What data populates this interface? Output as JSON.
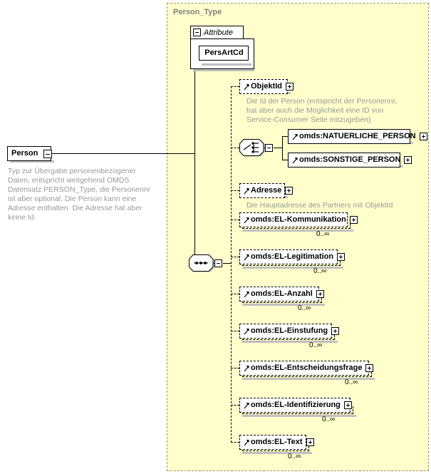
{
  "diagram": {
    "kind": "xsd-schema-diagram",
    "root_element": {
      "name": "Person",
      "toggle": "minus",
      "annotation": "Typ zur Übergabe personenbezogener Daten, entspricht weitgehend OMDS Datensatz PERSON_Type, die Personennr ist aber optional. Die Person kann eine Adresse enthalten. Die Adresse hat aber keine Id."
    },
    "type_container": {
      "label": "Person_Type"
    },
    "attribute_group": {
      "label": "Attribute",
      "toggle": "minus",
      "attributes": [
        {
          "name": "PersArtCd"
        }
      ]
    },
    "sequence_compositor": {
      "kind": "sequence-icon",
      "toggle": "minus"
    },
    "choice_compositor": {
      "kind": "choice-icon",
      "toggle": "minus",
      "options": [
        {
          "name": "omds:NATUERLICHE_PERSON",
          "toggle": "plus",
          "border": "solid",
          "reference": true
        },
        {
          "name": "omds:SONSTIGE_PERSON",
          "toggle": "plus",
          "border": "solid",
          "reference": true
        }
      ]
    },
    "children": [
      {
        "name": "ObjektId",
        "toggle": "plus",
        "border": "dashed",
        "reference": true,
        "repeating": false,
        "cardinality": "",
        "annotation": "Die Id der Person (entspricht der Personennr, hat aber auch die Möglichkeit eine ID von Service-Consumer Seite mitzugeben)"
      },
      {
        "name": "Adresse",
        "toggle": "plus",
        "border": "dashed",
        "reference": true,
        "repeating": false,
        "cardinality": "",
        "annotation": "Die Hauptadresse des Partners mit ObjektId"
      },
      {
        "name": "omds:EL-Kommunikation",
        "toggle": "plus",
        "border": "dashed",
        "reference": true,
        "repeating": true,
        "cardinality": "0..∞",
        "annotation": ""
      },
      {
        "name": "omds:EL-Legitimation",
        "toggle": "plus",
        "border": "dashed",
        "reference": true,
        "repeating": true,
        "cardinality": "0..∞",
        "annotation": ""
      },
      {
        "name": "omds:EL-Anzahl",
        "toggle": "plus",
        "border": "dashed",
        "reference": true,
        "repeating": true,
        "cardinality": "0..∞",
        "annotation": ""
      },
      {
        "name": "omds:EL-Einstufung",
        "toggle": "plus",
        "border": "dashed",
        "reference": true,
        "repeating": true,
        "cardinality": "0..∞",
        "annotation": ""
      },
      {
        "name": "omds:EL-Entscheidungsfrage",
        "toggle": "plus",
        "border": "dashed",
        "reference": true,
        "repeating": true,
        "cardinality": "0..∞",
        "annotation": ""
      },
      {
        "name": "omds:EL-Identifizierung",
        "toggle": "plus",
        "border": "dashed",
        "reference": true,
        "repeating": true,
        "cardinality": "0..∞",
        "annotation": ""
      },
      {
        "name": "omds:EL-Text",
        "toggle": "plus",
        "border": "dashed",
        "reference": true,
        "repeating": true,
        "cardinality": "0..∞",
        "annotation": ""
      }
    ],
    "colors": {
      "container_fill": "#ffffcc",
      "container_border": "#999966",
      "node_fill": "#ffffff",
      "node_border": "#000000",
      "annotation_text": "#999999",
      "type_label_text": "#808080",
      "shadow": "#c0c0c0"
    }
  }
}
